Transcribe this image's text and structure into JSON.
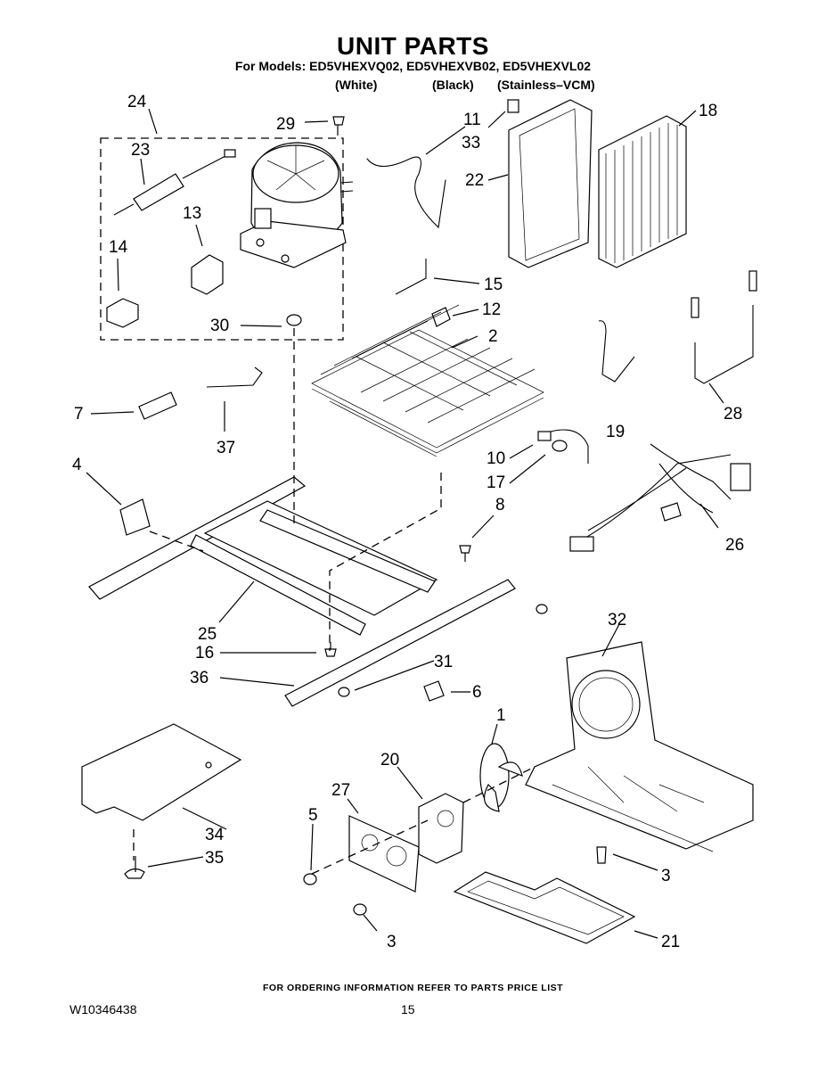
{
  "header": {
    "title": "UNIT PARTS",
    "models_line": "For Models: ED5VHEXVQ02, ED5VHEXVB02, ED5VHEXVL02",
    "variants": [
      "(White)",
      "(Black)",
      "(Stainless–VCM)"
    ]
  },
  "callouts": [
    {
      "id": "c24",
      "label": "24"
    },
    {
      "id": "c29",
      "label": "29"
    },
    {
      "id": "c11",
      "label": "11"
    },
    {
      "id": "c33",
      "label": "33"
    },
    {
      "id": "c18",
      "label": "18"
    },
    {
      "id": "c23",
      "label": "23"
    },
    {
      "id": "c22",
      "label": "22"
    },
    {
      "id": "c13",
      "label": "13"
    },
    {
      "id": "c14",
      "label": "14"
    },
    {
      "id": "c15",
      "label": "15"
    },
    {
      "id": "c12",
      "label": "12"
    },
    {
      "id": "c30",
      "label": "30"
    },
    {
      "id": "c2",
      "label": "2"
    },
    {
      "id": "c7",
      "label": "7"
    },
    {
      "id": "c37",
      "label": "37"
    },
    {
      "id": "c19",
      "label": "19"
    },
    {
      "id": "c28",
      "label": "28"
    },
    {
      "id": "c10",
      "label": "10"
    },
    {
      "id": "c17",
      "label": "17"
    },
    {
      "id": "c4",
      "label": "4"
    },
    {
      "id": "c8",
      "label": "8"
    },
    {
      "id": "c26",
      "label": "26"
    },
    {
      "id": "c25",
      "label": "25"
    },
    {
      "id": "c32",
      "label": "32"
    },
    {
      "id": "c16",
      "label": "16"
    },
    {
      "id": "c31",
      "label": "31"
    },
    {
      "id": "c36",
      "label": "36"
    },
    {
      "id": "c6",
      "label": "6"
    },
    {
      "id": "c1",
      "label": "1"
    },
    {
      "id": "c20",
      "label": "20"
    },
    {
      "id": "c27",
      "label": "27"
    },
    {
      "id": "c5",
      "label": "5"
    },
    {
      "id": "c34",
      "label": "34"
    },
    {
      "id": "c35",
      "label": "35"
    },
    {
      "id": "c3a",
      "label": "3"
    },
    {
      "id": "c3b",
      "label": "3"
    },
    {
      "id": "c21",
      "label": "21"
    }
  ],
  "footer": {
    "ordering_note": "FOR ORDERING INFORMATION REFER TO PARTS PRICE LIST",
    "document_number": "W10346438",
    "page_number": "15"
  }
}
